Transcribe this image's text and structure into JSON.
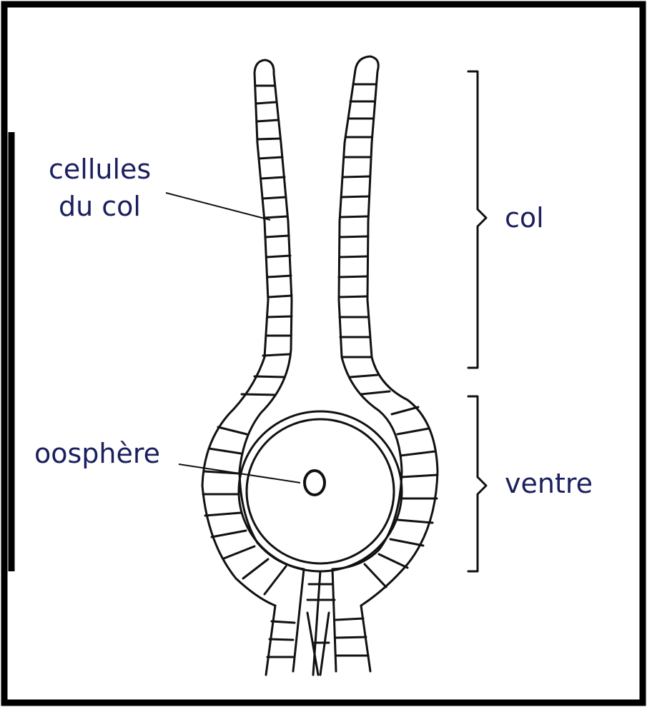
{
  "labels": {
    "neck_cells_line1": "cellules",
    "neck_cells_line2": "du col",
    "neck": "col",
    "egg_cell": "oosphère",
    "venter": "ventre"
  },
  "colors": {
    "ink": "#111111",
    "label_text": "#1a1f5e",
    "frame": "#000000"
  }
}
